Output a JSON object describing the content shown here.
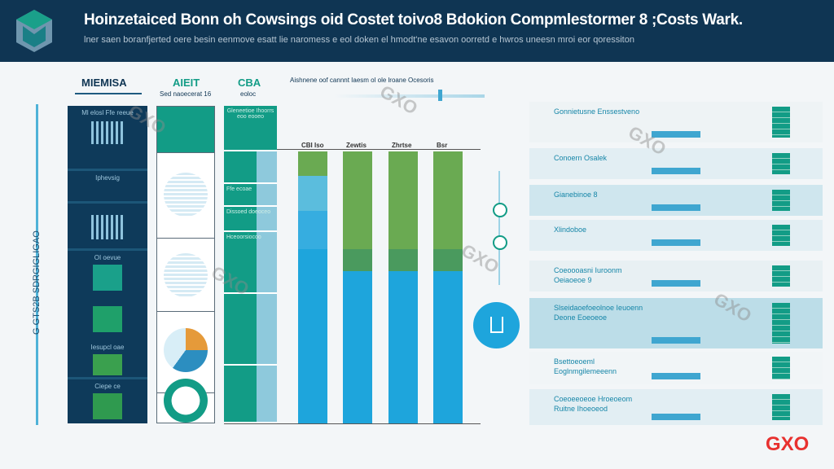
{
  "header": {
    "title": "Hoinzetaiced Bonn  oh Cowsings oid Costet toivo8 Bdokion Compmlestormer 8 ;Costs Wark.",
    "subtitle": "lner saen boranfjerted oere besin eenmove esatt lie naromess e eol doken el hmodt'ne esavon oorretd e hwros uneesn mroi eor qoressiton"
  },
  "columns": {
    "col1": "MIEMISA",
    "col2": "AIEIT",
    "col2_sub": "Sed naoecerat 16",
    "col3": "CBA",
    "col3_sub": "eoloc",
    "chart_caption": "Aishnene oof cannnt Iaesm ol ole lroane Ocesoris"
  },
  "vertical_label": "G GTS2B SDRGIGLIGAO",
  "dark_cells": [
    "Ml elosl Ffe reeue",
    "Iphevsig",
    "",
    "OI oevue",
    "",
    "Iesupcl oae",
    "Ciepe ce"
  ],
  "col3_cells": [
    "Gleneetioe Ihoorrs eoo eooeo",
    "Ffe ecoae",
    "Dissoed doeoceo",
    "Hceoorsiocoo"
  ],
  "bars": [
    {
      "label": "CBI Iso",
      "segments": [
        {
          "color": "#6aaa52",
          "from": 0,
          "to": 9
        },
        {
          "color": "#5bbddd",
          "from": 9,
          "to": 22
        },
        {
          "color": "#36ade0",
          "from": 22,
          "to": 36
        },
        {
          "color": "#1ea5dc",
          "from": 36,
          "to": 100
        }
      ]
    },
    {
      "label": "Zewtis",
      "segments": [
        {
          "color": "#6aaa52",
          "from": 0,
          "to": 36
        },
        {
          "color": "#4a9a5e",
          "from": 36,
          "to": 44
        },
        {
          "color": "#1ea5dc",
          "from": 44,
          "to": 100
        }
      ]
    },
    {
      "label": "Zhrtse",
      "segments": [
        {
          "color": "#6aaa52",
          "from": 0,
          "to": 36
        },
        {
          "color": "#4a9a5e",
          "from": 36,
          "to": 44
        },
        {
          "color": "#1ea5dc",
          "from": 44,
          "to": 100
        }
      ]
    },
    {
      "label": "Bsr",
      "segments": [
        {
          "color": "#6aaa52",
          "from": 0,
          "to": 36
        },
        {
          "color": "#4a9a5e",
          "from": 36,
          "to": 44
        },
        {
          "color": "#1ea5dc",
          "from": 44,
          "to": 100
        }
      ]
    }
  ],
  "rows": [
    {
      "text": "Gonnietusne Enssestveno",
      "bg": "#eef3f5"
    },
    {
      "text": "Conoern Osalek",
      "bg": "#e2eef3"
    },
    {
      "text": "Gianebinoe 8",
      "bg": "#cfe6ee"
    },
    {
      "text": "Xlindoboe",
      "bg": "#e2eef3"
    },
    {
      "text": "Coeoooasni Iuroonm Oeiaoeoe 9",
      "bg": "#e8f0f3"
    },
    {
      "text": "Slseidaoefoeolnoe Ieuoenn Deone Eoeoeoe",
      "bg": "#bcdde8"
    },
    {
      "text": "Bsettoeoeml Eoglnmgilemeeenn",
      "bg": "#f1f5f7"
    },
    {
      "text": "Coeoeeoeoe Hroeoeom Ruitne Ihoeoeod",
      "bg": "#e2eef3"
    }
  ],
  "brand": {
    "logo_text": "GXO",
    "watermark": "GXO",
    "accent": "#e8312f",
    "navy": "#0f3553",
    "teal": "#129c86",
    "blue": "#1ea5dc",
    "green": "#6aaa52"
  }
}
